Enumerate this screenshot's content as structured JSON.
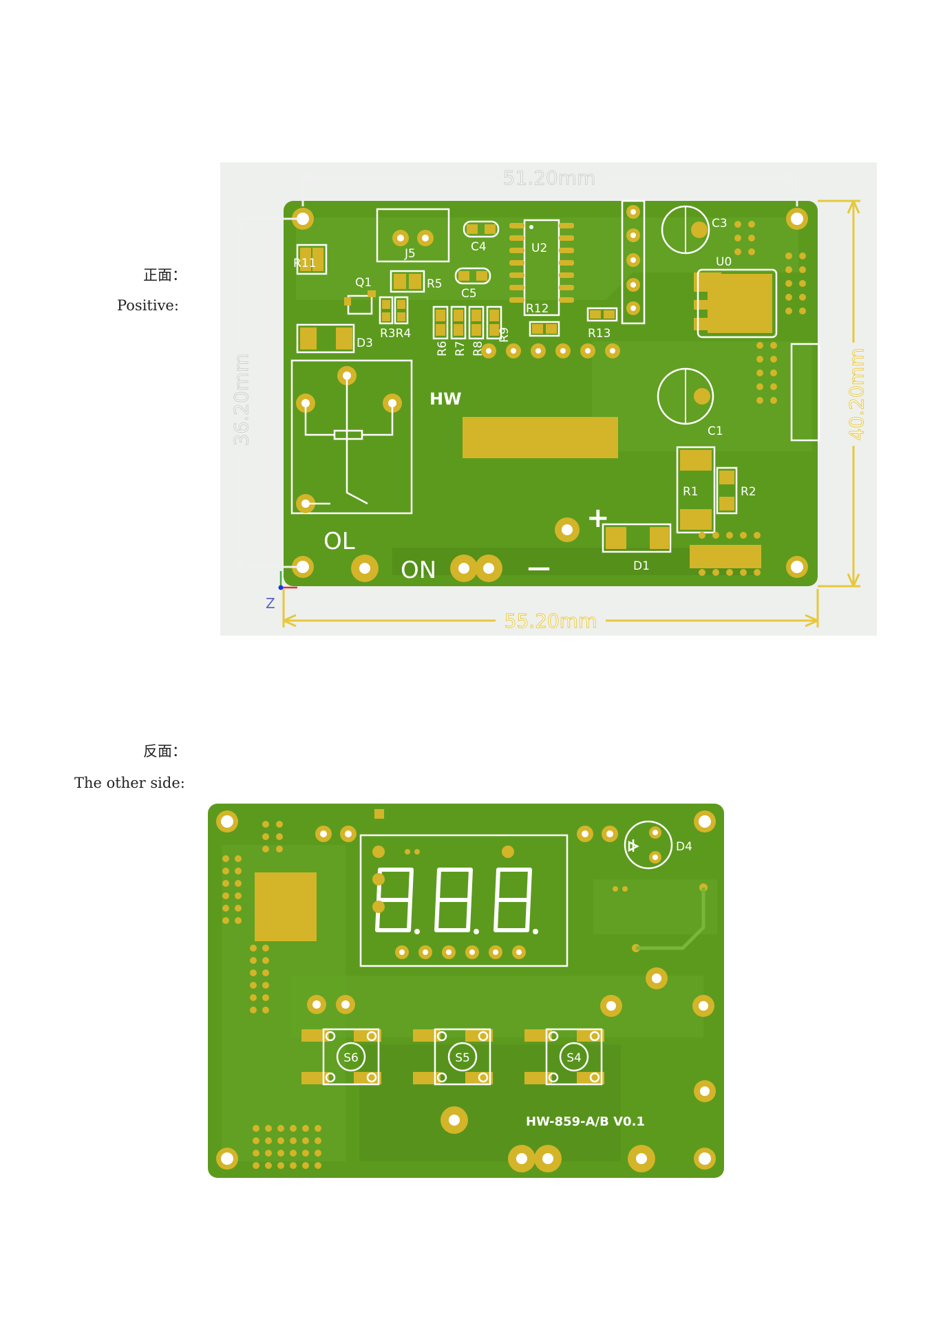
{
  "front": {
    "label_zh": "正面：",
    "label_en": "Positive:",
    "dimensions": {
      "top": "51.20mm",
      "bottom": "55.20mm",
      "left": "36.20mm",
      "right": "40.20mm"
    },
    "axis_label": "Z",
    "silkscreen": {
      "R11": "R11",
      "Q1": "Q1",
      "D3": "D3",
      "J5": "J5",
      "R5": "R5",
      "C4": "C4",
      "C5": "C5",
      "R3R4": "R3R4",
      "R6": "R6",
      "R7": "R7",
      "R8": "R8",
      "R9": "R9",
      "U2": "U2",
      "R12": "R12",
      "R13": "R13",
      "C3": "C3",
      "U0": "U0",
      "C1": "C1",
      "R1": "R1",
      "R2": "R2",
      "D1": "D1",
      "HW": "HW",
      "OL": "OL",
      "ON": "ON",
      "plus": "+",
      "minus": "—"
    }
  },
  "back": {
    "label_zh": "反面：",
    "label_en": "The other side:",
    "silkscreen": {
      "D4": "D4",
      "S6": "S6",
      "S5": "S5",
      "S4": "S4",
      "board_id": "HW-859-A/B V0.1"
    }
  },
  "colors": {
    "board_green": "#5c9a1e",
    "copper_pad": "#d4b429",
    "silkscreen": "#ffffff",
    "dim_yellow": "#e7c83c"
  }
}
